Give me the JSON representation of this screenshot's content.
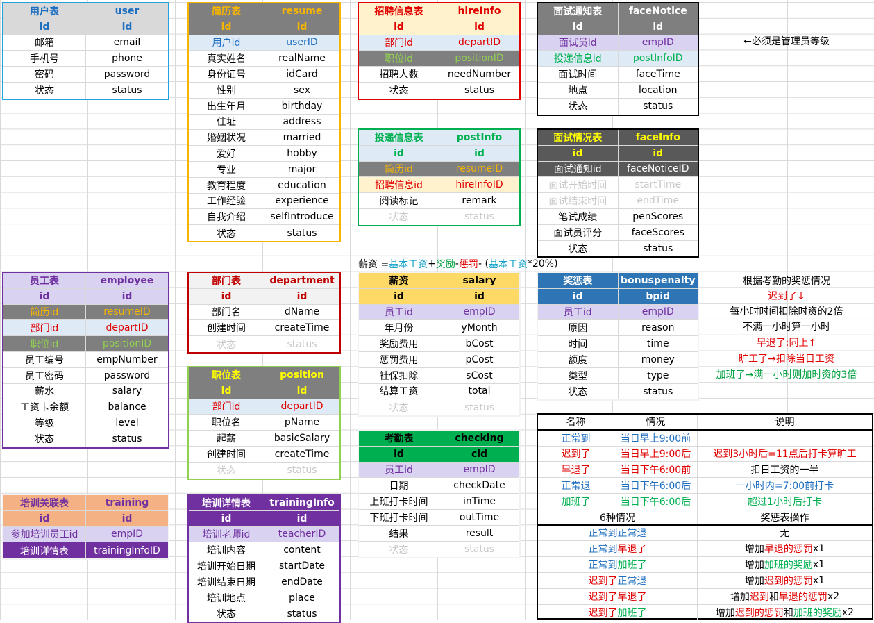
{
  "user": {
    "title_cn": "用户表",
    "title_en": "user",
    "rows": [
      [
        "id",
        "id"
      ],
      [
        "邮箱",
        "email"
      ],
      [
        "手机号",
        "phone"
      ],
      [
        "密码",
        "password"
      ],
      [
        "状态",
        "status"
      ]
    ]
  },
  "resume": {
    "title_cn": "简历表",
    "title_en": "resume",
    "rows": [
      [
        "id",
        "id"
      ],
      [
        "用户id",
        "userID"
      ],
      [
        "真实姓名",
        "realName"
      ],
      [
        "身份证号",
        "idCard"
      ],
      [
        "性别",
        "sex"
      ],
      [
        "出生年月",
        "birthday"
      ],
      [
        "住址",
        "address"
      ],
      [
        "婚姻状况",
        "married"
      ],
      [
        "爱好",
        "hobby"
      ],
      [
        "专业",
        "major"
      ],
      [
        "教育程度",
        "education"
      ],
      [
        "工作经验",
        "experience"
      ],
      [
        "自我介绍",
        "selfIntroduce"
      ],
      [
        "状态",
        "status"
      ]
    ]
  },
  "hireInfo": {
    "title_cn": "招聘信息表",
    "title_en": "hireInfo",
    "rows": [
      [
        "id",
        "id"
      ],
      [
        "部门id",
        "departID"
      ],
      [
        "职位id",
        "positionID"
      ],
      [
        "招聘人数",
        "needNumber"
      ],
      [
        "状态",
        "status"
      ]
    ]
  },
  "faceNotice": {
    "title_cn": "面试通知表",
    "title_en": "faceNotice",
    "rows": [
      [
        "id",
        "id"
      ],
      [
        "面试员id",
        "empID"
      ],
      [
        "投递信息id",
        "postInfoID"
      ],
      [
        "面试时间",
        "faceTime"
      ],
      [
        "地点",
        "location"
      ],
      [
        "状态",
        "status"
      ]
    ]
  },
  "postInfo": {
    "title_cn": "投递信息表",
    "title_en": "postInfo",
    "rows": [
      [
        "id",
        "id"
      ],
      [
        "简历id",
        "resumeID"
      ],
      [
        "招聘信息id",
        "hireInfoID"
      ],
      [
        "阅读标记",
        "remark"
      ],
      [
        "状态",
        "status"
      ]
    ]
  },
  "faceInfo": {
    "title_cn": "面试情况表",
    "title_en": "faceInfo",
    "rows": [
      [
        "id",
        "id"
      ],
      [
        "面试通知id",
        "faceNoticeID"
      ],
      [
        "面试开始时间",
        "startTime"
      ],
      [
        "面试结束时间",
        "endTime"
      ],
      [
        "笔试成绩",
        "penScores"
      ],
      [
        "面试员评分",
        "faceScores"
      ],
      [
        "状态",
        "status"
      ]
    ]
  },
  "employee": {
    "title_cn": "员工表",
    "title_en": "employee",
    "rows": [
      [
        "id",
        "id"
      ],
      [
        "简历id",
        "resumeID"
      ],
      [
        "部门id",
        "departID"
      ],
      [
        "职位id",
        "positionID"
      ],
      [
        "员工编号",
        "empNumber"
      ],
      [
        "员工密码",
        "password"
      ],
      [
        "薪水",
        "salary"
      ],
      [
        "工资卡余额",
        "balance"
      ],
      [
        "等级",
        "level"
      ],
      [
        "状态",
        "status"
      ]
    ]
  },
  "department": {
    "title_cn": "部门表",
    "title_en": "department",
    "rows": [
      [
        "id",
        "id"
      ],
      [
        "部门名",
        "dName"
      ],
      [
        "创建时间",
        "createTime"
      ],
      [
        "状态",
        "status"
      ]
    ]
  },
  "position": {
    "title_cn": "职位表",
    "title_en": "position",
    "rows": [
      [
        "id",
        "id"
      ],
      [
        "部门id",
        "departID"
      ],
      [
        "职位名",
        "pName"
      ],
      [
        "起薪",
        "basicSalary"
      ],
      [
        "创建时间",
        "createTime"
      ],
      [
        "状态",
        "status"
      ]
    ]
  },
  "salary": {
    "title_cn": "薪资",
    "title_en": "salary",
    "rows": [
      [
        "id",
        "id"
      ],
      [
        "员工id",
        "empID"
      ],
      [
        "年月份",
        "yMonth"
      ],
      [
        "奖励费用",
        "bCost"
      ],
      [
        "惩罚费用",
        "pCost"
      ],
      [
        "社保扣除",
        "sCost"
      ],
      [
        "结算工资",
        "total"
      ],
      [
        "状态",
        "status"
      ]
    ]
  },
  "bonuspenalty": {
    "title_cn": "奖惩表",
    "title_en": "bonuspenalty",
    "rows": [
      [
        "id",
        "bpid"
      ],
      [
        "员工id",
        "empID"
      ],
      [
        "原因",
        "reason"
      ],
      [
        "时间",
        "time"
      ],
      [
        "额度",
        "money"
      ],
      [
        "类型",
        "type"
      ],
      [
        "状态",
        "status"
      ]
    ]
  },
  "checking": {
    "title_cn": "考勤表",
    "title_en": "checking",
    "rows": [
      [
        "id",
        "cid"
      ],
      [
        "员工id",
        "empID"
      ],
      [
        "日期",
        "checkDate"
      ],
      [
        "上班打卡时间",
        "inTime"
      ],
      [
        "下班打卡时间",
        "outTime"
      ],
      [
        "结果",
        "result"
      ],
      [
        "状态",
        "status"
      ]
    ]
  },
  "training": {
    "title_cn": "培训关联表",
    "title_en": "training",
    "rows": [
      [
        "id",
        "id"
      ],
      [
        "参加培训员工id",
        "empID"
      ],
      [
        "培训详情表",
        "trainingInfoID"
      ]
    ]
  },
  "trainingInfo": {
    "title_cn": "培训详情表",
    "title_en": "trainingInfo",
    "rows": [
      [
        "id",
        "id"
      ],
      [
        "培训老师id",
        "teacherID"
      ],
      [
        "培训内容",
        "content"
      ],
      [
        "培训开始日期",
        "startDate"
      ],
      [
        "培训结束日期",
        "endDate"
      ],
      [
        "培训地点",
        "place"
      ],
      [
        "状态",
        "status"
      ]
    ]
  },
  "notes": {
    "manager": "←必须是管理员等级",
    "formula": {
      "p1": "薪资 = ",
      "p2": "基本工资",
      "p3": " + ",
      "p4": "奖励",
      "p5": " - ",
      "p6": "惩罚",
      "p7": " - (",
      "p8": "基本工资",
      "p9": "*20%)"
    },
    "bp_title": "根据考勤的奖惩情况",
    "bp_lines": [
      "迟到了↓",
      "每小时时间扣除时资的2倍",
      "不满一小时算一小时",
      "早退了:同上↑",
      "旷工了→扣除当日工资",
      "加班了→满一小时则加时资的3倍"
    ]
  },
  "attendance": {
    "headers": [
      "名称",
      "情况",
      "说明"
    ],
    "rows": [
      [
        "正常到",
        "当日早上9:00前",
        ""
      ],
      [
        "迟到了",
        "当日早上9:00后",
        "迟到3小时后=11点后打卡算旷工"
      ],
      [
        "早退了",
        "当日下午6:00前",
        "扣日工资的一半"
      ],
      [
        "正常退",
        "当日下午6:00后",
        "一小时内=7:00前打卡"
      ],
      [
        "加班了",
        "当日下午6:00后",
        "超过1小时后打卡"
      ]
    ],
    "sub_headers": [
      "6种情况",
      "奖惩表操作"
    ],
    "cases": [
      [
        [
          "正常到",
          "正常退"
        ],
        [
          "无"
        ]
      ],
      [
        [
          "正常到",
          "早退了"
        ],
        [
          "增加",
          "早退的",
          "惩罚",
          "x1"
        ]
      ],
      [
        [
          "正常到",
          "加班了"
        ],
        [
          "增加",
          "加班的",
          "奖励",
          "x1"
        ]
      ],
      [
        [
          "迟到了",
          "正常退"
        ],
        [
          "增加",
          "迟到的",
          "惩罚",
          "x1"
        ]
      ],
      [
        [
          "迟到了",
          "早退了"
        ],
        [
          "增加",
          "迟到",
          "和",
          "早退的",
          "惩罚",
          "x2"
        ]
      ],
      [
        [
          "迟到了",
          "加班了"
        ],
        [
          "增加",
          "迟到的",
          "惩罚",
          "和",
          "加班的",
          "奖励",
          "x2"
        ]
      ]
    ]
  },
  "colors": {
    "blue": "#1fa3e0",
    "orange": "#f7b500",
    "red": "#e00000",
    "green": "#00b050",
    "black": "#000000",
    "purple": "#7030a0",
    "lightgreen": "#92d050",
    "darkred": "#c00000"
  }
}
